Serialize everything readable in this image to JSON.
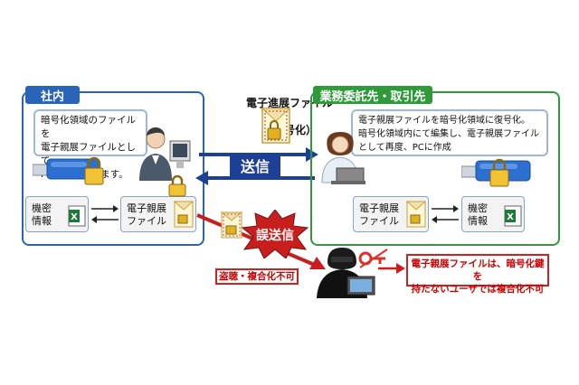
{
  "top_file": {
    "line1": "電子進展ファイル",
    "line2": "（暗号化）"
  },
  "left_panel": {
    "title": "社内",
    "note": "暗号化領域のファイルを\n電子親展ファイルとして\nPC上に作成します。",
    "tile_secret": "機密\n情報",
    "tile_envelope": "電子親展\nファイル"
  },
  "right_panel": {
    "title": "業務委託先・取引先",
    "note": "電子親展ファイルを暗号化領域に復号化。\n暗号化領域内にて編集し、電子親展ファイル\nとして再度、PCに作成",
    "tile_envelope": "電子親展\nファイル",
    "tile_secret": "機密\n情報"
  },
  "send_label": "送信",
  "missend_label": "誤送信",
  "eavesdrop_label": "盗聴・複合化不可",
  "result_note": "電子親展ファイルは、暗号化鍵を\n持たないユーザでは複合化不可",
  "colors": {
    "left_border": "#2a64b8",
    "left_title_bg": "#2a64b8",
    "right_border": "#2f9a3a",
    "right_title_bg": "#2f9a3a",
    "send_bg": "#1d3f96",
    "missend_bg": "#c81e1e",
    "warning_red": "#cc2222"
  },
  "icons": [
    "usb-lock-icon",
    "excel-icon",
    "envelope-file-icon",
    "padlock-icon",
    "person-icon",
    "hacker-icon",
    "laptop-icon"
  ]
}
